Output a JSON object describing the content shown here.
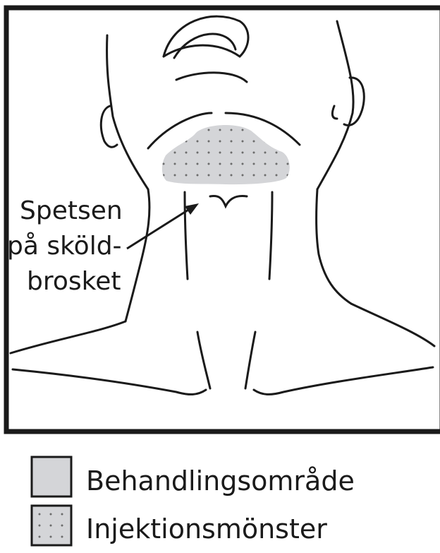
{
  "annotation": {
    "line1": "Spetsen",
    "line2": "på sköld-",
    "line3": "brosket"
  },
  "legend": {
    "area_label": "Behandlingsområde",
    "pattern_label": "Injektionsmönster"
  },
  "colors": {
    "frame": "#1a1a1a",
    "line": "#1a1a1a",
    "area_fill": "#d4d5d8",
    "dot": "#6b6b6b"
  }
}
